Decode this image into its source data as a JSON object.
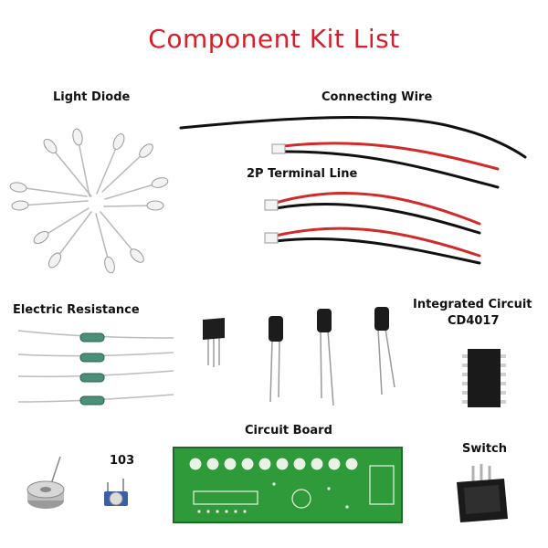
{
  "title": "Component Kit List",
  "labels": {
    "light_diode": "Light Diode",
    "connecting_wire": "Connecting Wire",
    "terminal_line": "2P Terminal Line",
    "electric_resistance": "Electric Resistance",
    "integrated_circuit": "Integrated Circuit",
    "ic_model": "CD4017",
    "circuit_board": "Circuit Board",
    "potentiometer_code": "103",
    "switch": "Switch"
  },
  "colors": {
    "title": "#d81e2a",
    "wire_red": "#d22a2a",
    "wire_black": "#111111",
    "pcb_green": "#2e9a3a",
    "resistor_body": "#4a8f78"
  }
}
